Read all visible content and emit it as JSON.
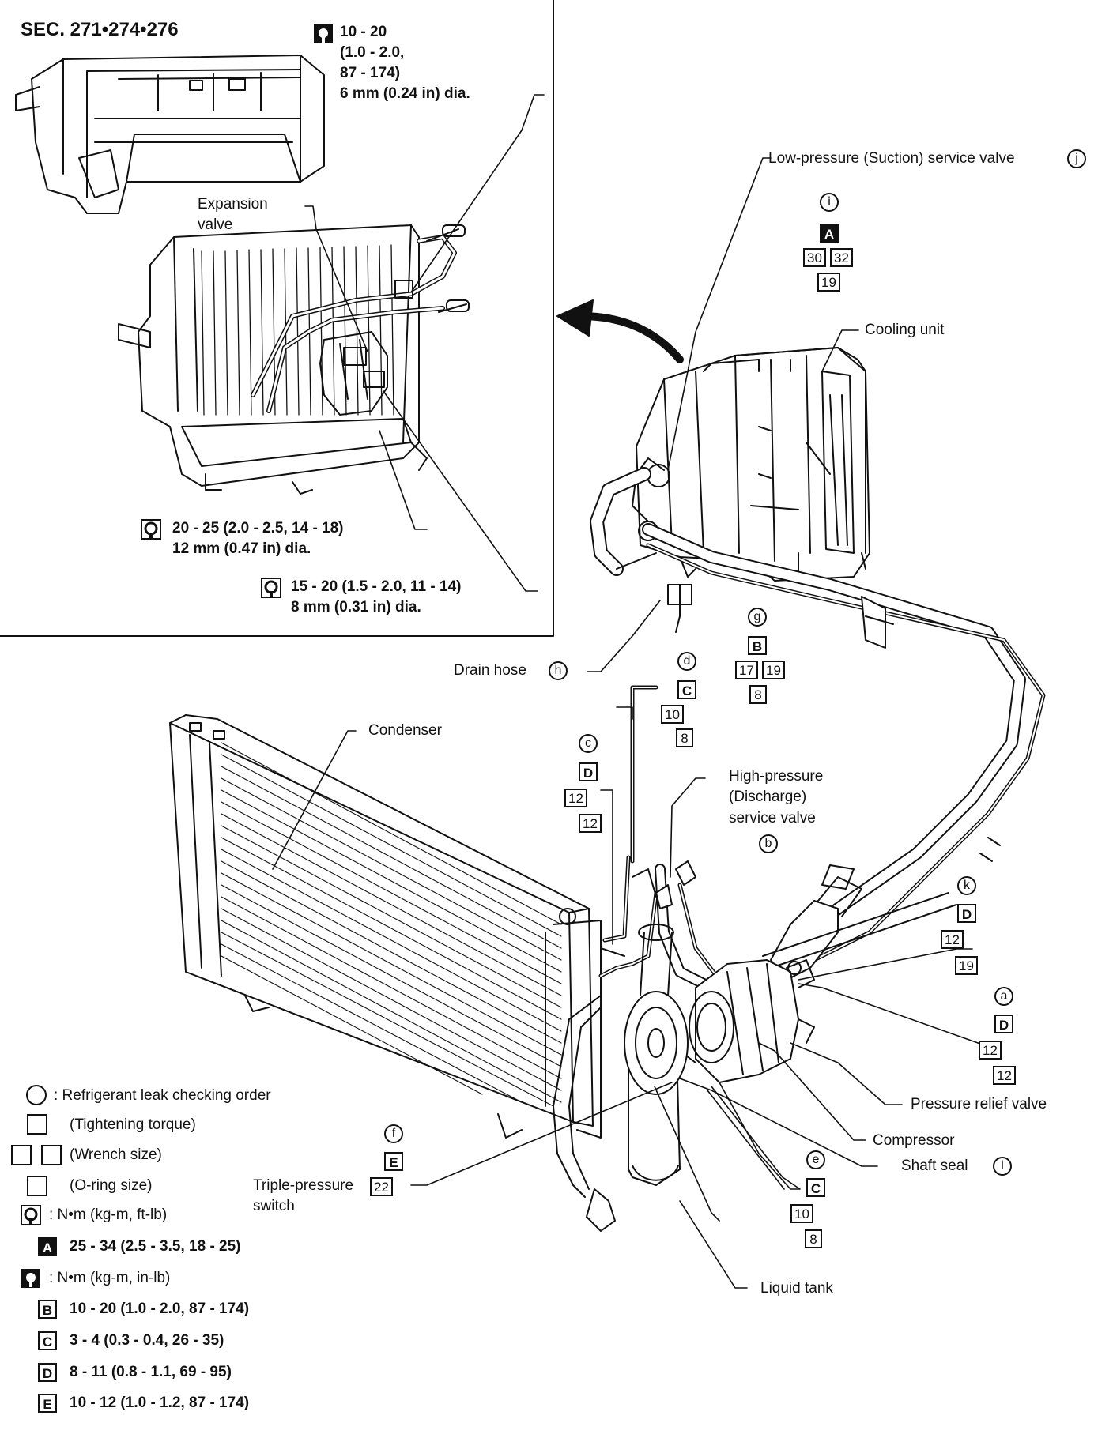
{
  "section_title": "SEC. 271•274•276",
  "inset": {
    "torque_note_top": {
      "l1": "10 - 20",
      "l2": "(1.0 - 2.0,",
      "l3": "87 - 174)",
      "l4": "6 mm (0.24 in) dia."
    },
    "expansion_valve": {
      "l1": "Expansion",
      "l2": "valve"
    },
    "torque_note_mid": {
      "l1": "20 - 25 (2.0 - 2.5, 14 - 18)",
      "l2": "12 mm (0.47 in) dia."
    },
    "torque_note_low": {
      "l1": "15 - 20 (1.5 - 2.0, 11 - 14)",
      "l2": "8 mm (0.31 in) dia."
    }
  },
  "labels": {
    "low_pressure_valve": "Low-pressure (Suction) service valve",
    "cooling_unit": "Cooling unit",
    "drain_hose": "Drain hose",
    "condenser": "Condenser",
    "high_pressure": {
      "l1": "High-pressure",
      "l2": "(Discharge)",
      "l3": "service valve"
    },
    "pressure_relief_valve": "Pressure relief valve",
    "compressor": "Compressor",
    "shaft_seal": "Shaft seal",
    "triple_pressure": {
      "l1": "Triple-pressure",
      "l2": "switch"
    },
    "liquid_tank": "Liquid tank"
  },
  "callouts": {
    "i": {
      "letter": "i",
      "code": "A",
      "nums": [
        "30",
        "32",
        "19"
      ]
    },
    "j": {
      "letter": "j"
    },
    "g": {
      "letter": "g",
      "code": "B",
      "nums": [
        "17",
        "19",
        "8"
      ]
    },
    "h": {
      "letter": "h"
    },
    "d": {
      "letter": "d",
      "code": "C",
      "nums": [
        "10",
        "8"
      ]
    },
    "c": {
      "letter": "c",
      "code": "D",
      "nums": [
        "12",
        "12"
      ]
    },
    "b": {
      "letter": "b"
    },
    "k": {
      "letter": "k",
      "code": "D",
      "nums": [
        "12",
        "19"
      ]
    },
    "a": {
      "letter": "a",
      "code": "D",
      "nums": [
        "12",
        "12"
      ]
    },
    "l": {
      "letter": "l"
    },
    "f": {
      "letter": "f",
      "code": "E",
      "nums": [
        "22"
      ]
    },
    "e": {
      "letter": "e",
      "code": "C",
      "nums": [
        "10",
        "8"
      ]
    }
  },
  "legend": {
    "leak_order": ": Refrigerant leak checking order",
    "tightening": "(Tightening torque)",
    "wrench": "(Wrench size)",
    "oring": "(O-ring size)",
    "unit_ftlb": ": N•m (kg-m, ft-lb)",
    "unit_inlb": ": N•m (kg-m, in-lb)",
    "specs": [
      {
        "code": "A",
        "text": "25 - 34 (2.5 - 3.5, 18 - 25)"
      },
      {
        "code": "B",
        "text": "10 - 20 (1.0 - 2.0, 87 - 174)"
      },
      {
        "code": "C",
        "text": "3 - 4 (0.3 - 0.4, 26 - 35)"
      },
      {
        "code": "D",
        "text": "8 - 11 (0.8 - 1.1, 69 - 95)"
      },
      {
        "code": "E",
        "text": "10 - 12 (1.0 - 1.2, 87 - 174)"
      }
    ]
  }
}
